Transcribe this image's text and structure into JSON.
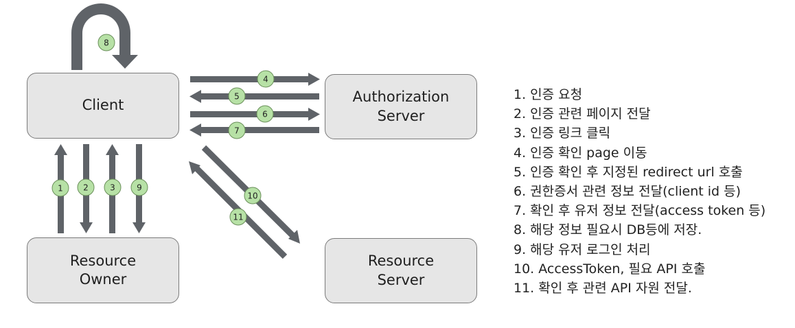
{
  "nodes": {
    "client": "Client",
    "authorization_server": "Authorization\nServer",
    "resource_owner": "Resource\nOwner",
    "resource_server": "Resource\nServer"
  },
  "badges": {
    "b1": "1",
    "b2": "2",
    "b3": "3",
    "b4": "4",
    "b5": "5",
    "b6": "6",
    "b7": "7",
    "b8": "8",
    "b9": "9",
    "b10": "10",
    "b11": "11"
  },
  "steps": [
    "1. 인증 요청",
    "2. 인증 관련 페이지 전달",
    "3. 인증 링크 클릭",
    "4. 인증 확인 page 이동",
    "5. 인증 확인 후 지정된 redirect url 호출",
    "6. 권한증서 관련 정보 전달(client id 등)",
    "7. 확인 후 유저 정보 전달(access token 등)",
    "8. 해당 정보 필요시 DB등에 저장.",
    "9. 해당 유저 로그인 처리",
    "10. AccessToken, 필요 API 호출",
    "11. 확인 후 관련 API 자원 전달."
  ],
  "colors": {
    "arrow": "#5f6368",
    "badge_fill": "#b7e1a6",
    "badge_stroke": "#6a8f5a",
    "box_fill": "#e6e6e6"
  }
}
